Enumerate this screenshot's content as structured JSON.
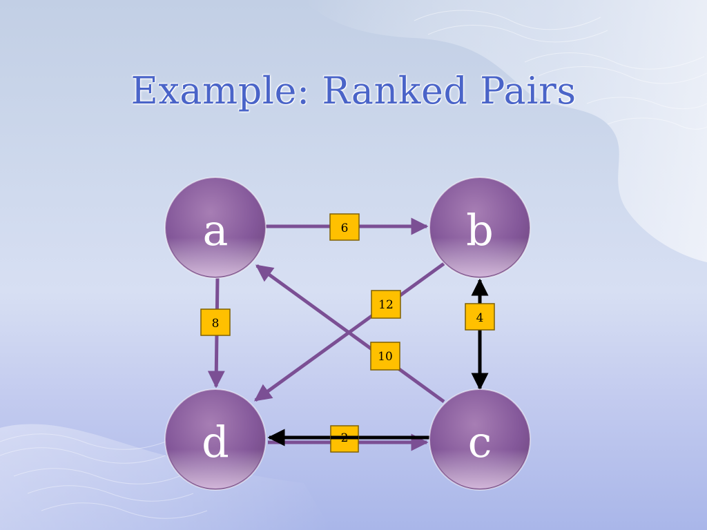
{
  "slide": {
    "title": "Example: Ranked Pairs"
  },
  "colors": {
    "title": "#4a64c8",
    "node_fill_light": "#c9a7cf",
    "node_fill_dark": "#7a4d88",
    "edge_purple": "#7b4f94",
    "edge_locked": "#000000",
    "weight_box_fill": "#ffc000",
    "weight_box_stroke": "#7f6000"
  },
  "graph": {
    "nodes": [
      {
        "id": "a",
        "label": "a"
      },
      {
        "id": "b",
        "label": "b"
      },
      {
        "id": "c",
        "label": "c"
      },
      {
        "id": "d",
        "label": "d"
      }
    ],
    "edges": [
      {
        "from": "a",
        "to": "b",
        "weight": "6",
        "style": "purple"
      },
      {
        "from": "a",
        "to": "d",
        "weight": "8",
        "style": "purple"
      },
      {
        "from": "b",
        "to": "d",
        "weight": "12",
        "style": "purple"
      },
      {
        "from": "c",
        "to": "a",
        "weight": "10",
        "style": "purple"
      },
      {
        "from": "c",
        "to": "b",
        "weight": "4",
        "style": "bidirectional-locked"
      },
      {
        "from": "c",
        "to": "d",
        "weight": "2",
        "style": "bidirectional-locked"
      }
    ]
  }
}
